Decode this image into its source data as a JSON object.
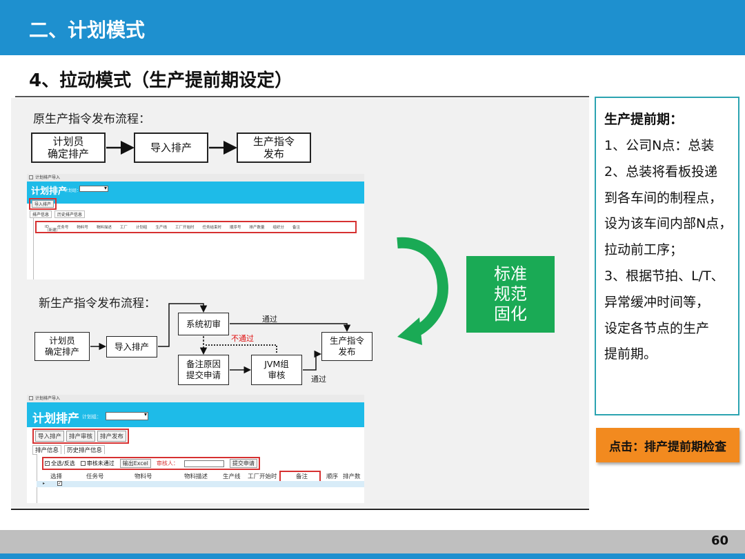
{
  "slide": {
    "section_title": "二、计划模式",
    "subtitle": "4、拉动模式（生产提前期设定）",
    "page_number": "60"
  },
  "old_flow": {
    "label": "原生产指令发布流程：",
    "steps": [
      "计划员\n确定排产",
      "导入排产",
      "生产指令\n发布"
    ]
  },
  "new_flow": {
    "label": "新生产指令发布流程：",
    "planner": "计划员\n确定排产",
    "import": "导入排产",
    "review": "系统初审",
    "reason": "备注原因\n提交申请",
    "jvm": "JVM组\n审核",
    "publish": "生产指令\n发布",
    "pass_label_top": "通过",
    "fail_label": "不通过",
    "pass_label_bottom": "通过"
  },
  "window_old": {
    "titlebar": "计划排产导入",
    "header_title": "计划排产",
    "plan_label": "计划组：",
    "button": "导入排产",
    "tabs": [
      "排产信息",
      "历史排产信息"
    ],
    "columns": [
      "ID",
      "任务号",
      "物料号",
      "物料描述",
      "工厂",
      "计划组",
      "生产线",
      "工厂开始时",
      "任务结束时",
      "顺序号",
      "排产数量",
      "组织分",
      "备注"
    ],
    "new_row": "（新建）"
  },
  "window_new": {
    "titlebar": "计划排产导入",
    "header_title": "计划排产",
    "plan_label": "计划组：",
    "buttons": [
      "导入排产",
      "排产审核",
      "排产发布"
    ],
    "tabs": [
      "排产信息",
      "历史排产信息"
    ],
    "toolbar": {
      "select_all": "全选/反选",
      "unapproved": "审核未通过",
      "export": "输出Excel",
      "reviewer_label": "审核人：",
      "submit": "提交申请"
    },
    "columns": [
      "选择",
      "任务号",
      "物料号",
      "物料描述",
      "生产线",
      "工厂开始时",
      "备注",
      "顺序",
      "排产数"
    ]
  },
  "badge": "标准\n规范\n固化",
  "notes": {
    "title": "生产提前期：",
    "lines": [
      "1、公司N点：总装",
      "2、总装将看板投递",
      "到各车间的制程点，",
      "设为该车间内部N点，",
      "拉动前工序；",
      "3、根据节拍、L/T、",
      "异常缓冲时间等，",
      "设定各节点的生产",
      "提前期。"
    ]
  },
  "action_button": "点击：排产提前期检查",
  "colors": {
    "title_bar": "#1e90cf",
    "window_header": "#1ebbe8",
    "highlight_red": "#d63030",
    "green": "#1aaa55",
    "orange": "#f28a1f",
    "note_border": "#2aa3b0"
  }
}
